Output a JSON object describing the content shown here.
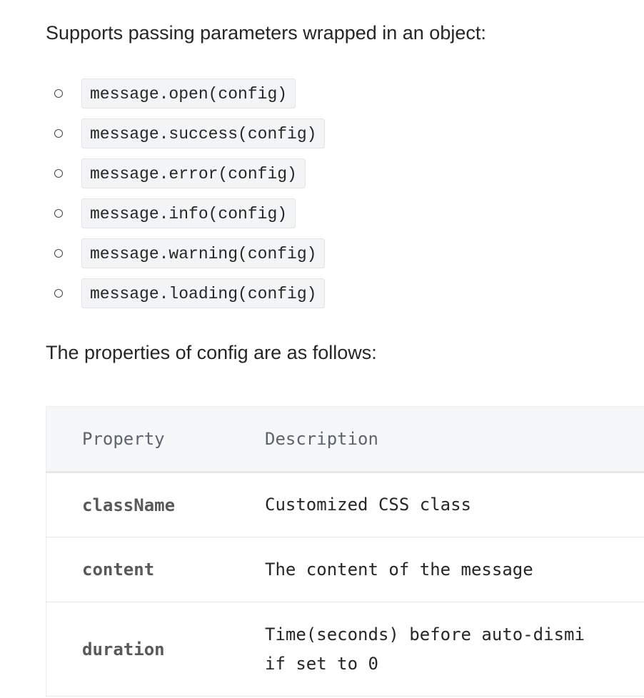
{
  "intro_text": "Supports passing parameters wrapped in an object:",
  "methods": [
    "message.open(config)",
    "message.success(config)",
    "message.error(config)",
    "message.info(config)",
    "message.warning(config)",
    "message.loading(config)"
  ],
  "props_intro": "The properties of config are as follows:",
  "table": {
    "headers": [
      "Property",
      "Description"
    ],
    "rows": [
      {
        "property": "className",
        "description": "Customized CSS class"
      },
      {
        "property": "content",
        "description": "The content of the message"
      },
      {
        "property": "duration",
        "description": "Time(seconds) before auto-dismi"
      }
    ],
    "row3_desc_line2": "if set to 0"
  }
}
